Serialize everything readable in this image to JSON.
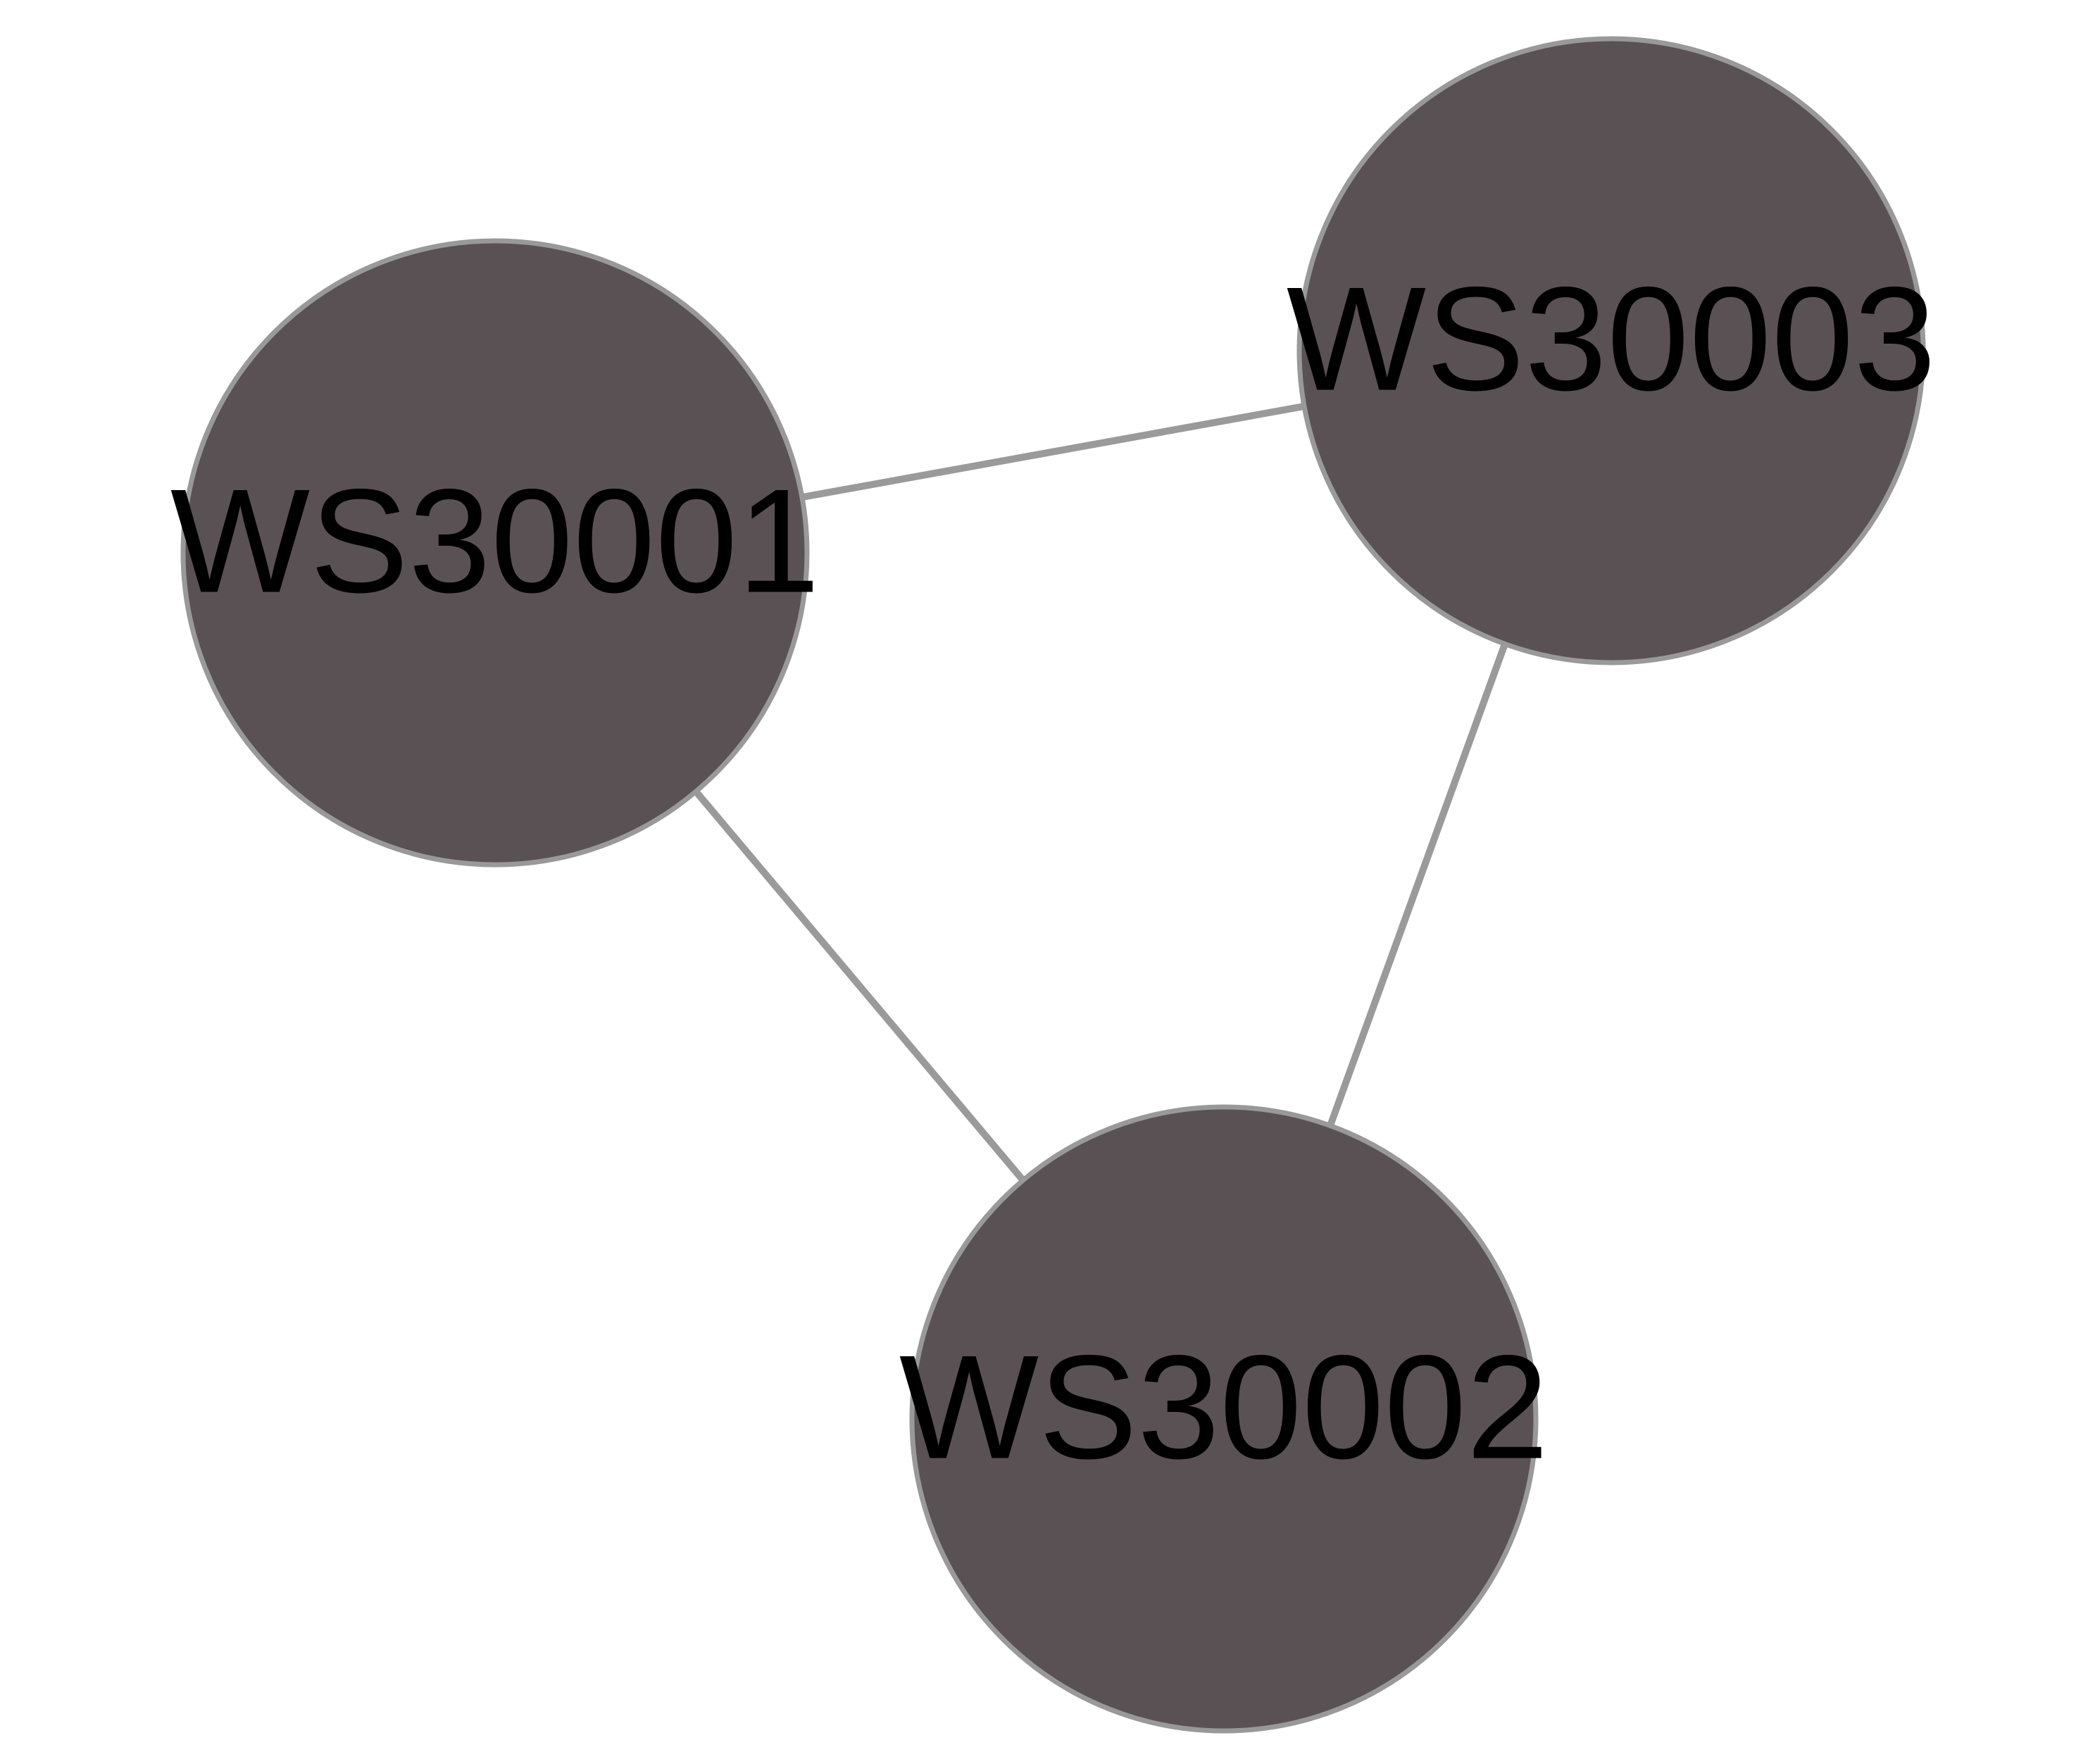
{
  "graph": {
    "nodes": [
      {
        "id": "WS30001",
        "label": "WS30001"
      },
      {
        "id": "WS30002",
        "label": "WS30002"
      },
      {
        "id": "WS30003",
        "label": "WS30003"
      }
    ],
    "edges": [
      {
        "source": "WS30001",
        "target": "WS30003"
      },
      {
        "source": "WS30001",
        "target": "WS30002"
      },
      {
        "source": "WS30003",
        "target": "WS30002"
      }
    ]
  },
  "colors": {
    "background": "#ffffff",
    "node_fill": "#5a5155",
    "node_stroke": "#999999",
    "edge": "#9a9a9a",
    "label": "#000000"
  }
}
